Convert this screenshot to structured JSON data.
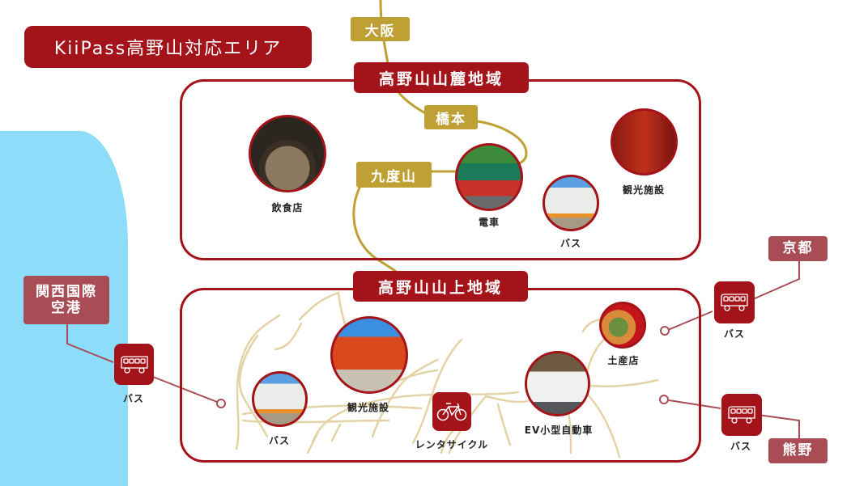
{
  "title": "KiiPass高野山対応エリア",
  "colors": {
    "primary_red": "#a31319",
    "gold": "#bfa035",
    "dest_red": "#a84d55",
    "sea_blue": "#8ddcfa",
    "road": "#e3d3a6"
  },
  "route_stations": {
    "osaka": "大阪",
    "hashimoto": "橋本",
    "kudoyama": "九度山"
  },
  "regions": {
    "foothill": {
      "label": "高野山山麓地域",
      "items": [
        {
          "caption": "飲食店",
          "icon": "restaurant-photo"
        },
        {
          "caption": "電車",
          "icon": "train-photo"
        },
        {
          "caption": "バス",
          "icon": "bus-photo"
        },
        {
          "caption": "観光施設",
          "icon": "sightseeing-photo"
        }
      ]
    },
    "summit": {
      "label": "高野山山上地域",
      "items": [
        {
          "caption": "バス",
          "icon": "bus-photo"
        },
        {
          "caption": "観光施設",
          "icon": "pagoda-photo"
        },
        {
          "caption": "レンタサイクル",
          "icon": "bicycle-icon"
        },
        {
          "caption": "EV小型自動車",
          "icon": "ev-car-photo"
        },
        {
          "caption": "土産店",
          "icon": "souvenir-photo"
        }
      ]
    }
  },
  "destinations": {
    "kansai_airport": {
      "label_line1": "関西国際",
      "label_line2": "空港",
      "transport": "バス"
    },
    "kyoto": {
      "label": "京都",
      "transport": "バス"
    },
    "kumano": {
      "label": "熊野",
      "transport": "バス"
    }
  }
}
